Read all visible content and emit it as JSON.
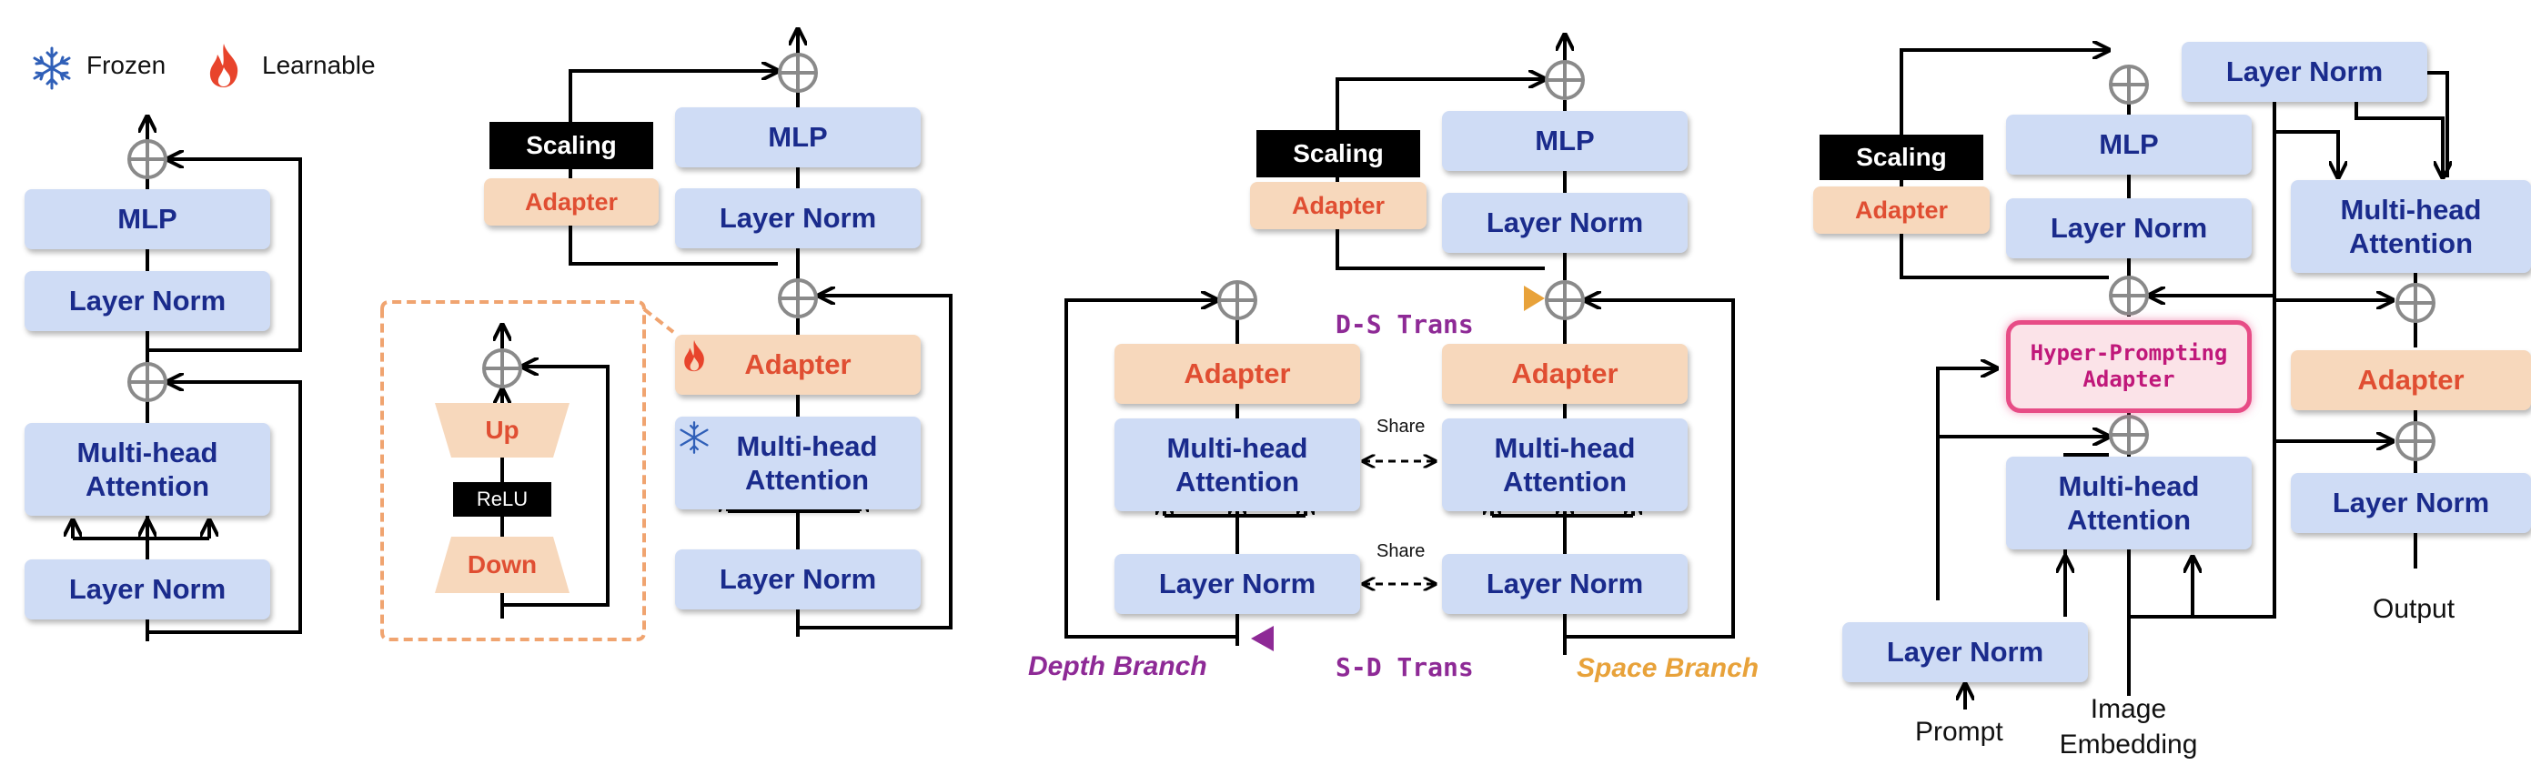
{
  "legend": {
    "frozen": "Frozen",
    "learnable": "Learnable"
  },
  "labels": {
    "mlp": "MLP",
    "layer_norm": "Layer Norm",
    "multi_head_attention": "Multi-head Attention",
    "adapter": "Adapter",
    "scaling": "Scaling",
    "up": "Up",
    "relu": "ReLU",
    "down": "Down",
    "share": "Share",
    "ds_trans": "D-S Trans",
    "sd_trans": "S-D Trans",
    "depth_branch": "Depth Branch",
    "space_branch": "Space Branch",
    "hyper_prompting_adapter": "Hyper-Prompting Adapter",
    "prompt": "Prompt",
    "image_embedding": "Image Embedding",
    "output": "Output"
  },
  "colors": {
    "frozen_block": "#cfdcf5",
    "adapter_block": "#f7d8bc",
    "adapter_text": "#e04e32",
    "block_text": "#1a2b8c",
    "hyper_border": "#e74c86",
    "depth_branch": "#8e2a96",
    "space_branch": "#e8a23a",
    "dashed_outline": "#f0a470"
  },
  "icons": {
    "frozen": "snowflake-icon",
    "learnable": "flame-icon",
    "sum": "plus-circle-icon"
  }
}
